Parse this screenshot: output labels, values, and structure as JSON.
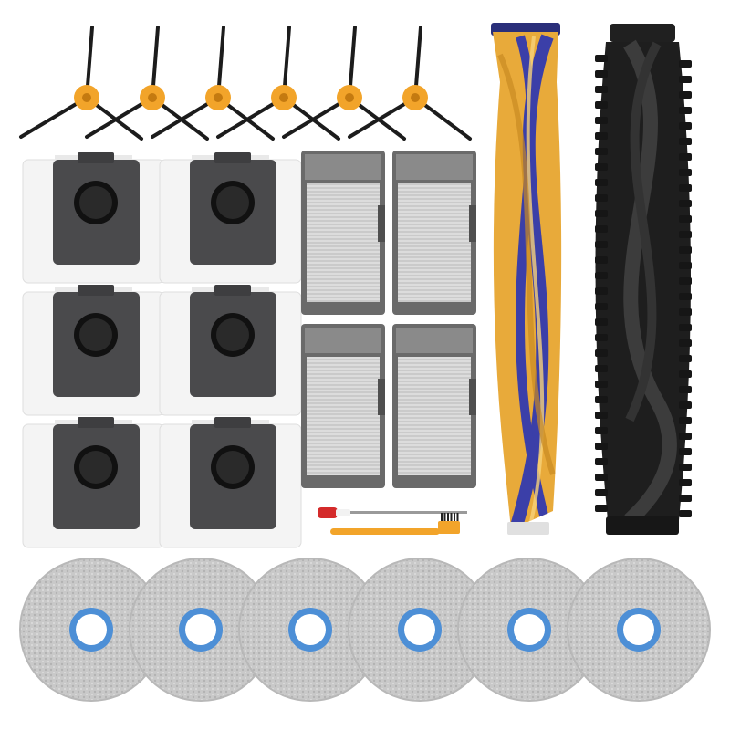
{
  "product": {
    "kit_kind": "robot vacuum replacement accessory kit",
    "background_color": "#ffffff"
  },
  "side_brushes": {
    "count": 6,
    "arm_color": "#1c1c1c",
    "hub_color": "#f2a42a"
  },
  "dust_bags": {
    "count": 6,
    "bag_color": "#f4f4f4",
    "collar_color": "#4a4a4c"
  },
  "hepa_filters": {
    "count": 4,
    "frame_color": "#6a6a6a",
    "media_color": "#d8d8d8"
  },
  "main_brushes": [
    {
      "name": "bristle-roller-brush",
      "core_color": "#e8aa3a",
      "bristle_color": "#3b3fa8"
    },
    {
      "name": "rubber-roller-brush",
      "color": "#1e1e1e"
    }
  ],
  "tools": [
    {
      "name": "screwdriver",
      "handle_colors": [
        "#d42a2a",
        "#f2f2f2"
      ]
    },
    {
      "name": "cleaning-brush",
      "handle_color": "#f2a42a"
    }
  ],
  "mop_pads": {
    "count": 6,
    "pad_color": "#c6c6c6",
    "ring_color": "#4d8fd6"
  }
}
